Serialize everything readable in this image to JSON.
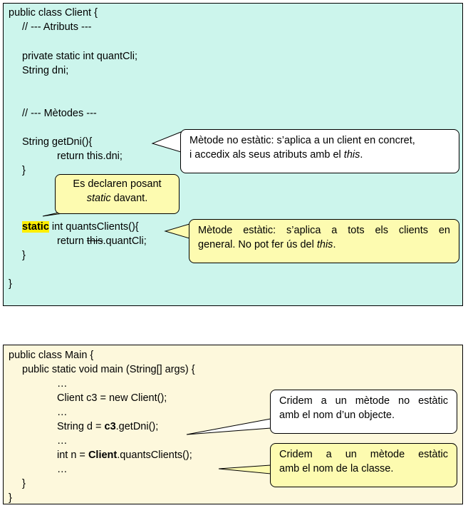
{
  "client": {
    "line1": "public class Client {",
    "line2": "// --- Atributs ---",
    "line3": "private static int quantCli;",
    "line4": "String dni;",
    "line5": "// --- Mètodes ---",
    "line6": "String getDni(){",
    "line7": "return this.dni;",
    "line8": "}",
    "line9_keyword": "static",
    "line9_rest": " int quantsClients(){",
    "line10_a": "return ",
    "line10_struck": "this",
    "line10_b": ".quantCli;",
    "line11": "}",
    "line12": "}"
  },
  "main": {
    "line1": "public class Main {",
    "line2": "public static void main (String[] args) {",
    "line3": "…",
    "line4": "Client c3 = new Client();",
    "line5": "…",
    "line6_a": "String d = ",
    "line6_b": "c3",
    "line6_c": ".getDni();",
    "line7": "…",
    "line8_a": "int n = ",
    "line8_b": "Client",
    "line8_c": ".quantsClients();",
    "line9": "…",
    "line10": "}",
    "line11": "}"
  },
  "callouts": {
    "nonstatic": {
      "l1": "Mètode no estàtic: s’aplica a un client en concret,",
      "l2_a": "i accedix als seus atributs amb el ",
      "l2_em": "this",
      "l2_b": "."
    },
    "declare": {
      "l1": "Es declaren posant",
      "l2_em": "static",
      "l2_b": " davant."
    },
    "static": {
      "l1": "Mètode estàtic: s’aplica a tots els clients en",
      "l2_a": "general. No pot fer ús del ",
      "l2_em": "this",
      "l2_b": "."
    },
    "call_object": {
      "l1": "Cridem a un mètode no estàtic",
      "l2": "amb el nom d’un objecte."
    },
    "call_class": {
      "l1": "Cridem a un mètode estàtic",
      "l2": "amb el nom de la classe."
    }
  },
  "colors": {
    "client_bg": "#ccf5ec",
    "main_bg": "#fdf8dc",
    "callout_yellow": "#fdfbb0",
    "highlight": "#ffee00"
  }
}
